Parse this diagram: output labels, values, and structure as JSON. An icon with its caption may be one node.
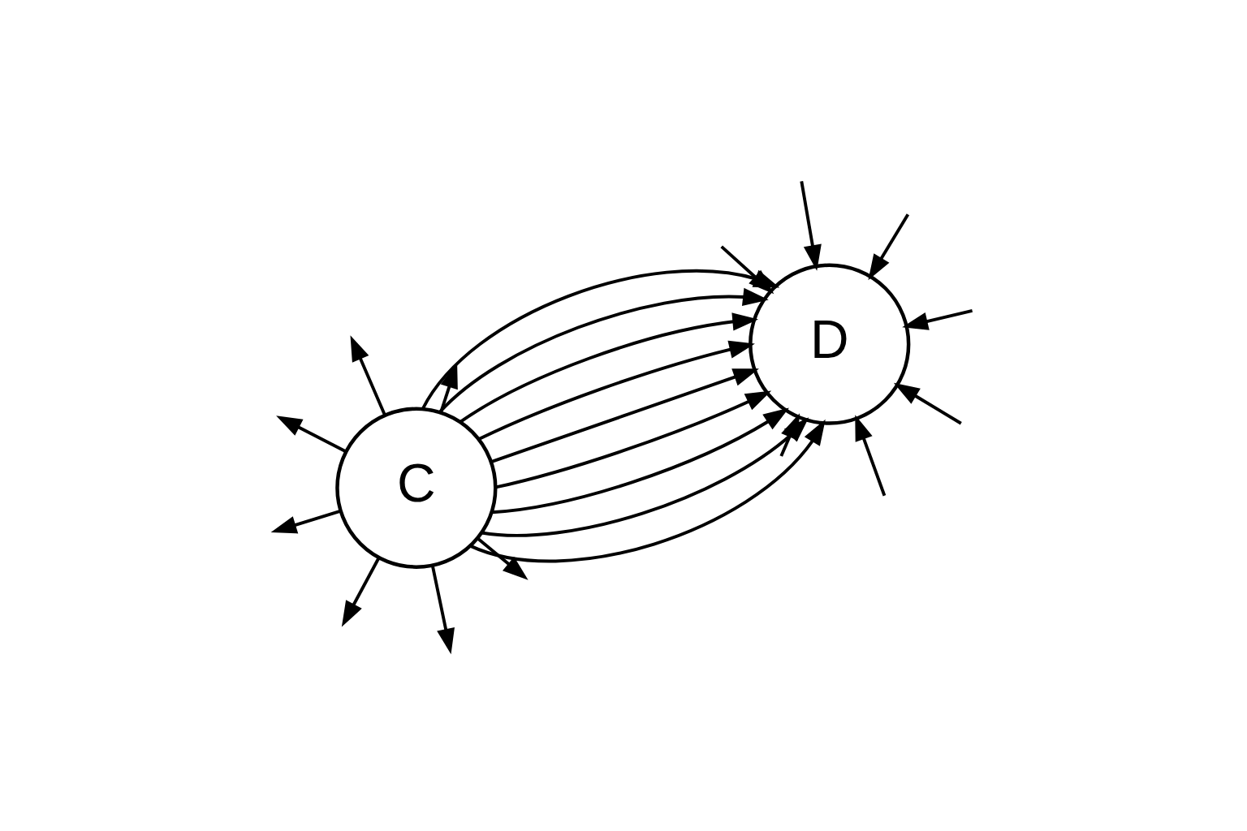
{
  "diagram": {
    "nodes": [
      {
        "text": [
          "C"
        ]
      },
      {
        "text": [
          "D"
        ]
      }
    ],
    "edges": [
      {
        "from": 0,
        "to": 1,
        "arrow": "to"
      },
      {
        "from": 0,
        "to": 1,
        "arrow": "to"
      },
      {
        "from": 0,
        "to": 1,
        "arrow": "to"
      },
      {
        "from": 0,
        "to": 1,
        "arrow": "to"
      },
      {
        "from": 0,
        "to": 1,
        "arrow": "to"
      },
      {
        "from": 0,
        "to": 1,
        "arrow": "to"
      },
      {
        "from": 0,
        "to": 1,
        "arrow": "to"
      },
      {
        "from": 0,
        "to": 1,
        "arrow": "to"
      },
      {
        "from": 0,
        "to": 1,
        "arrow": "to"
      },
      {
        "from": 0,
        "to": null,
        "arrow": "to"
      },
      {
        "from": 0,
        "to": null,
        "arrow": "to"
      },
      {
        "from": 0,
        "to": null,
        "arrow": "to"
      },
      {
        "from": 0,
        "to": null,
        "arrow": "to"
      },
      {
        "from": 0,
        "to": null,
        "arrow": "to"
      },
      {
        "from": 0,
        "to": null,
        "arrow": "to"
      },
      {
        "from": 0,
        "to": null,
        "arrow": "to"
      },
      {
        "from": null,
        "to": 1,
        "arrow": "to"
      },
      {
        "from": null,
        "to": 1,
        "arrow": "to"
      },
      {
        "from": null,
        "to": 1,
        "arrow": "to"
      },
      {
        "from": null,
        "to": 1,
        "arrow": "to"
      },
      {
        "from": null,
        "to": 1,
        "arrow": "to"
      },
      {
        "from": null,
        "to": 1,
        "arrow": "to"
      },
      {
        "from": null,
        "to": 1,
        "arrow": "to"
      }
    ]
  }
}
